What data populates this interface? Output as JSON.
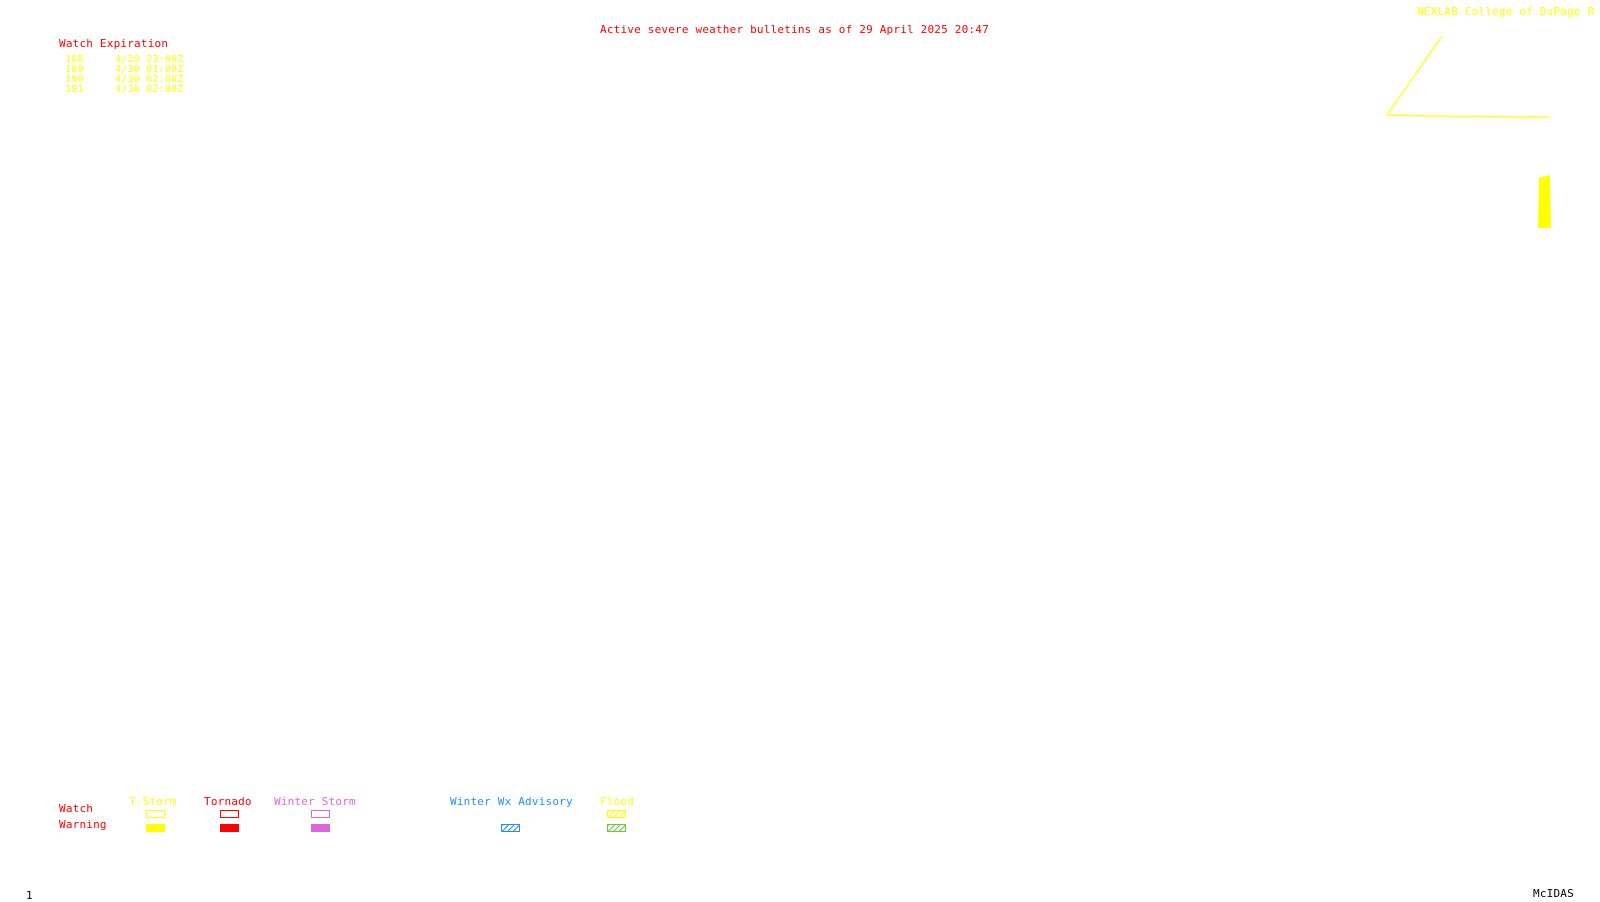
{
  "header": {
    "title": "Active severe weather bulletins as of 29 April 2025 20:47",
    "credit": "NEXLAB-College of DuPage R"
  },
  "watch_table": {
    "heading": "Watch Expiration",
    "rows": [
      {
        "id": "188",
        "expiration": "4/29 23:00Z"
      },
      {
        "id": "189",
        "expiration": "4/30 01:00Z"
      },
      {
        "id": "190",
        "expiration": "4/30 02:00Z"
      },
      {
        "id": "191",
        "expiration": "4/30 02:00Z"
      }
    ]
  },
  "legend": {
    "row_labels": {
      "watch": "Watch",
      "warning": "Warning"
    },
    "categories": [
      {
        "label": "T-Storm",
        "color": "#ffff00"
      },
      {
        "label": "Tornado",
        "color": "#ff0000"
      },
      {
        "label": "Winter Storm",
        "color": "#dd66dd"
      },
      {
        "label": "Winter Wx Advisory",
        "color": "#1e90ff"
      },
      {
        "label": "Flood",
        "color": "#ffff00",
        "warning_color": "#66cc33"
      }
    ]
  },
  "footer": {
    "frame_number": "1",
    "software": "McIDAS"
  },
  "map": {
    "watch_outline_color": "#ffff00",
    "warning_fill_color": "#ffff00"
  }
}
